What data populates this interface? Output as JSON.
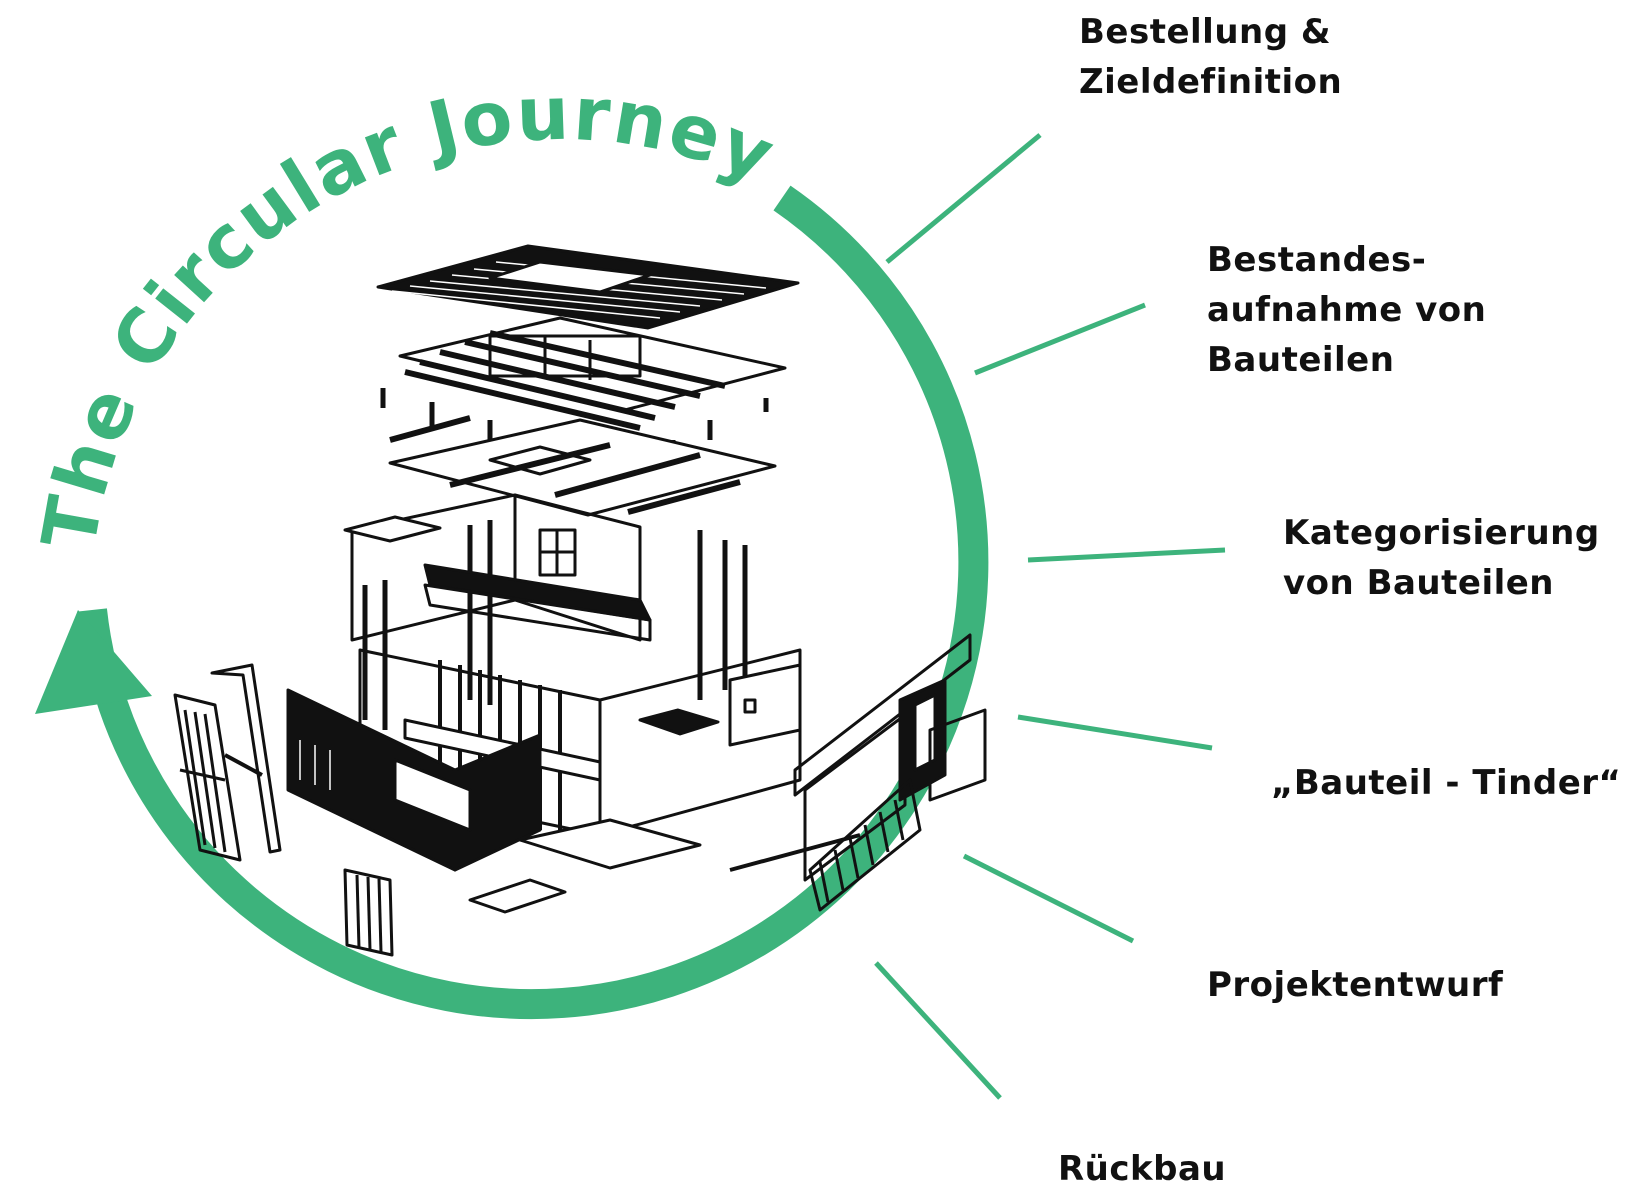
{
  "title": "The Circular Journey",
  "colors": {
    "accent": "#3db37c",
    "ink": "#111111",
    "background": "#ffffff"
  },
  "steps": [
    {
      "lines": [
        "Bestellung &",
        "Zieldefinition"
      ]
    },
    {
      "lines": [
        "Bestandes-",
        "aufnahme von",
        "Bauteilen"
      ]
    },
    {
      "lines": [
        "Kategorisierung",
        "von Bauteilen"
      ]
    },
    {
      "lines": [
        "„Bauteil - Tinder“"
      ]
    },
    {
      "lines": [
        "Projektentwurf"
      ]
    },
    {
      "lines": [
        "Rückbau"
      ]
    }
  ],
  "illustration": {
    "icon": "exploded-building-model-icon"
  }
}
